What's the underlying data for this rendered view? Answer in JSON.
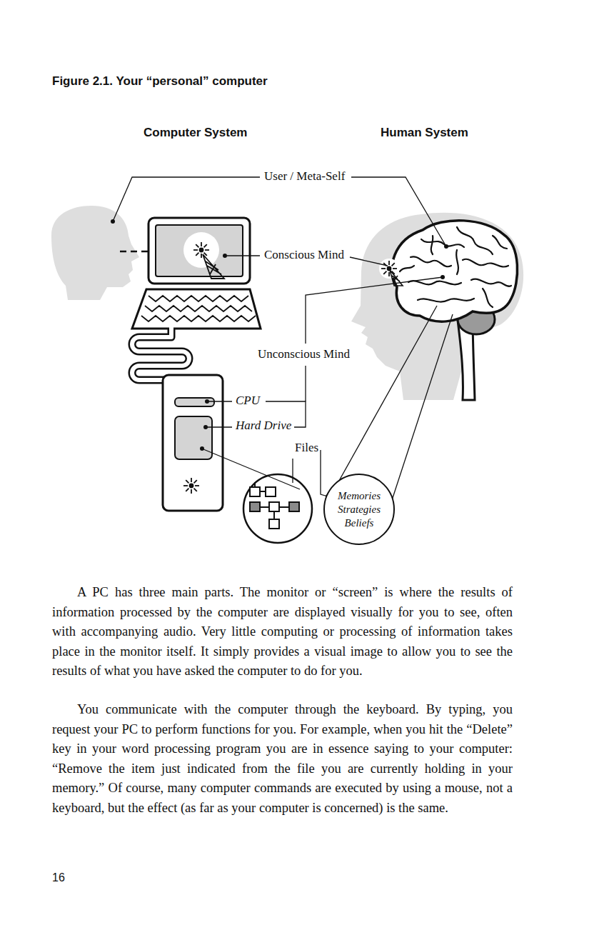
{
  "diagram": {
    "title": "Figure 2.1. Your “personal” computer",
    "nodes": [
      {
        "text": [
          "Memories Strategies Beliefs"
        ]
      }
    ],
    "labels": [
      "Computer System",
      "Human System",
      "User / Meta-Self",
      "Conscious Mind",
      "Unconscious Mind",
      "CPU",
      "Hard Drive",
      "Files",
      "A PC has three main parts. The monitor or “screen” is where the results of information processed by the computer are displayed visually for you to see, often with accompanying audio. Very little computing or processing of information takes place in the monitor itself. It simply provides a visual image to allow you to see the results of what you have asked the computer to do for you.",
      "You communicate with the computer through the keyboard. By typing, you request your PC to perform functions for you. For example, when you hit the “Delete” key in your word processing program you are in essence saying to your computer: “Remove the item just indicated from the file you are currently holding in your memory.” Of course, many computer commands are executed by using a mouse, not a keyboard, but the effect (as far as your computer is concerned) is the same.",
      "16"
    ]
  }
}
